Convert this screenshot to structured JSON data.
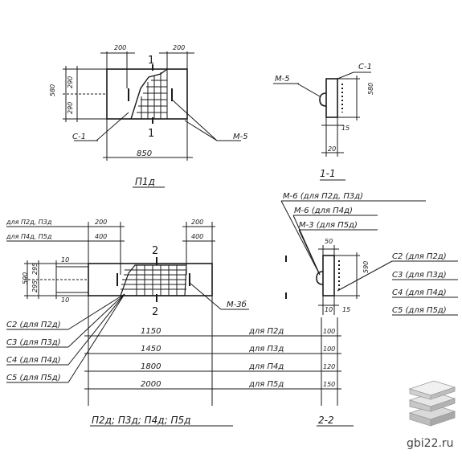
{
  "top_plan": {
    "dim_left": "200",
    "dim_right": "200",
    "section_top": "1",
    "section_bottom": "1",
    "dim_height": "580",
    "dim_h1": "290",
    "dim_h2": "290",
    "label_c1": "С-1",
    "label_m5": "М-5",
    "length": "850",
    "caption": "П1д"
  },
  "section_1": {
    "label_m5": "М-5",
    "label_c1": "С-1",
    "dim_580": "580",
    "dim_15": "15",
    "dim_20": "20",
    "caption": "1-1"
  },
  "bottom_plan": {
    "note_1": "для П2д, П3д",
    "note_2": "для П4д, П5д",
    "dim_left_200": "200",
    "dim_left_400": "400",
    "dim_right_200": "200",
    "dim_right_400": "400",
    "section_top": "2",
    "section_bottom": "2",
    "dim_590": "590",
    "dim_h1": "295",
    "dim_h2": "295",
    "dim_10a": "10",
    "dim_10b": "10",
    "label_m36": "М-3б",
    "c_labels": [
      "С2 (для П2д)",
      "С3 (для П3д)",
      "С4 (для П4д)",
      "С5 (для П5д)"
    ],
    "lengths": [
      "1150",
      "1450",
      "1800",
      "2000"
    ],
    "length_notes": [
      "для П2д",
      "для П3д",
      "для П4д",
      "для П5д"
    ],
    "right_dims": [
      "100",
      "100",
      "120",
      "150"
    ],
    "caption": "П2д; П3д; П4д; П5д"
  },
  "section_2": {
    "label_m6a": "М-6 (для П2д, П3д)",
    "label_m6b": "М-6 (для П4д)",
    "label_m3": "М-3 (для П5д)",
    "dim_50": "50",
    "dim_590": "590",
    "dim_10": "10",
    "dim_15": "15",
    "c_labels": [
      "С2 (для П2д)",
      "С3 (для П3д)",
      "С4 (для П4д)",
      "С5 (для П5д)"
    ],
    "caption": "2-2"
  },
  "watermark": {
    "text": "gbi22.ru"
  }
}
